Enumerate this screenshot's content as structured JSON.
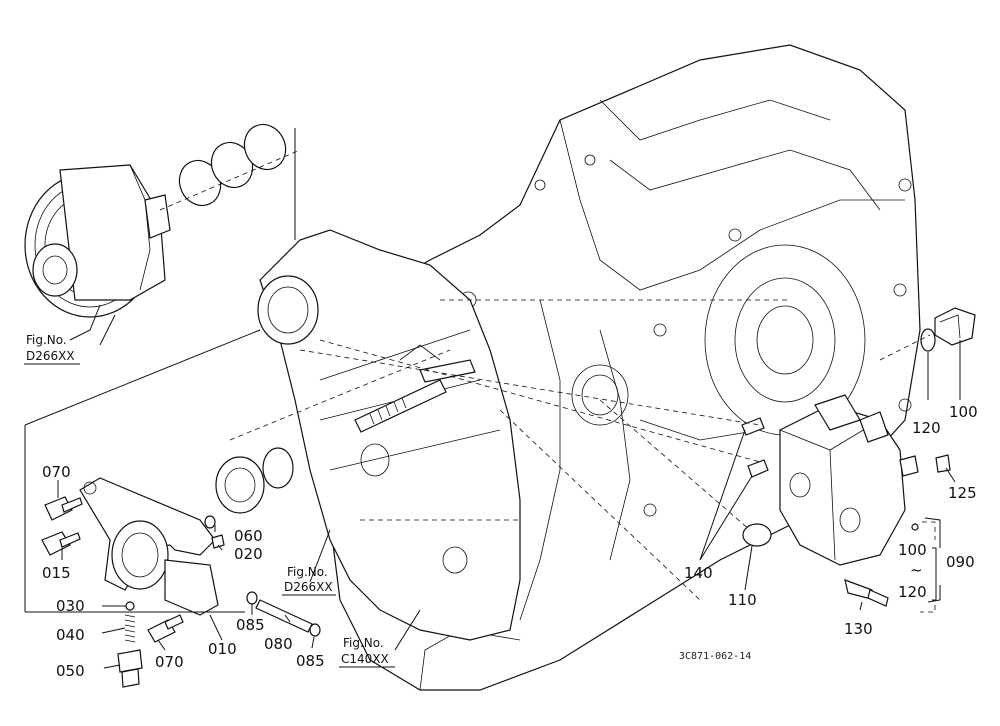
{
  "figure_refs": {
    "top_left": {
      "label": "Fig.No.",
      "code": "D266XX"
    },
    "middle": {
      "label": "Fig.No.",
      "code": "D266XX"
    },
    "bottom": {
      "label": "Fig.No.",
      "code": "C140XX"
    }
  },
  "part_labels": {
    "p070a": "070",
    "p015": "015",
    "p060": "060",
    "p020": "020",
    "p030": "030",
    "p040": "040",
    "p050": "050",
    "p070b": "070",
    "p010": "010",
    "p085a": "085",
    "p080": "080",
    "p085b": "085",
    "p140": "140",
    "p110": "110",
    "p130": "130",
    "p120a": "120",
    "p100a": "100",
    "p125": "125",
    "p100b": "100",
    "tilde": "~",
    "p120b": "120",
    "p090": "090"
  },
  "diagram_code": "3C871-062-14"
}
